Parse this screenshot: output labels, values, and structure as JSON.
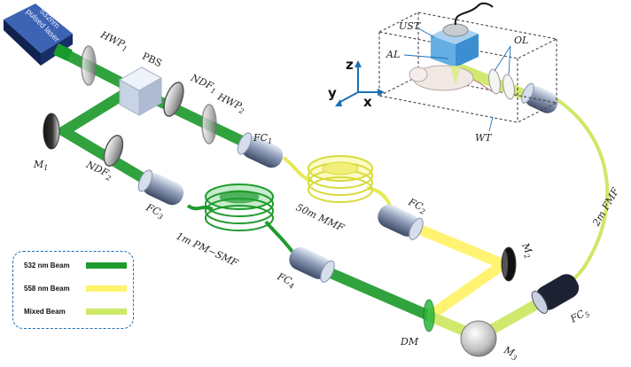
{
  "colors": {
    "beam_532": "#1f9b2e",
    "beam_558": "#fff36a",
    "beam_mixed": "#cde866",
    "laser_box": "#1d3c7c",
    "legend_border": "#1c6fb5"
  },
  "laser": {
    "line1": "532nm",
    "line2": "pulsed laser"
  },
  "labels": {
    "hwp1": {
      "main": "HWP",
      "sub": "1"
    },
    "pbs": {
      "main": "PBS"
    },
    "ndf1": {
      "main": "NDF",
      "sub": "1"
    },
    "hwp2": {
      "main": "HWP",
      "sub": "2"
    },
    "m1": {
      "main": "M",
      "sub": "1"
    },
    "ndf2": {
      "main": "NDF",
      "sub": "2"
    },
    "fc1": {
      "main": "FC",
      "sub": "1"
    },
    "fc2": {
      "main": "FC",
      "sub": "2"
    },
    "fc3": {
      "main": "FC",
      "sub": "3"
    },
    "fc4": {
      "main": "FC",
      "sub": "4"
    },
    "fc5": {
      "main": "FC",
      "sub": "5"
    },
    "mmf": {
      "main": "50m MMF"
    },
    "pmsmf": {
      "main": "1m PM−SMF"
    },
    "m2": {
      "main": "M",
      "sub": "2"
    },
    "m3": {
      "main": "M",
      "sub": "3"
    },
    "dm": {
      "main": "DM"
    },
    "fmf": {
      "main": "2m FMF"
    },
    "ust": {
      "main": "UST"
    },
    "al": {
      "main": "AL"
    },
    "ol": {
      "main": "OL"
    },
    "wt": {
      "main": "WT"
    }
  },
  "axes": {
    "z": "z",
    "y": "y",
    "x": "x"
  },
  "legend": {
    "items": [
      {
        "label": "532 nm Beam",
        "color": "#1f9b2e"
      },
      {
        "label": "558 nm Beam",
        "color": "#fff36a"
      },
      {
        "label": "Mixed Beam",
        "color": "#cde866"
      }
    ]
  }
}
